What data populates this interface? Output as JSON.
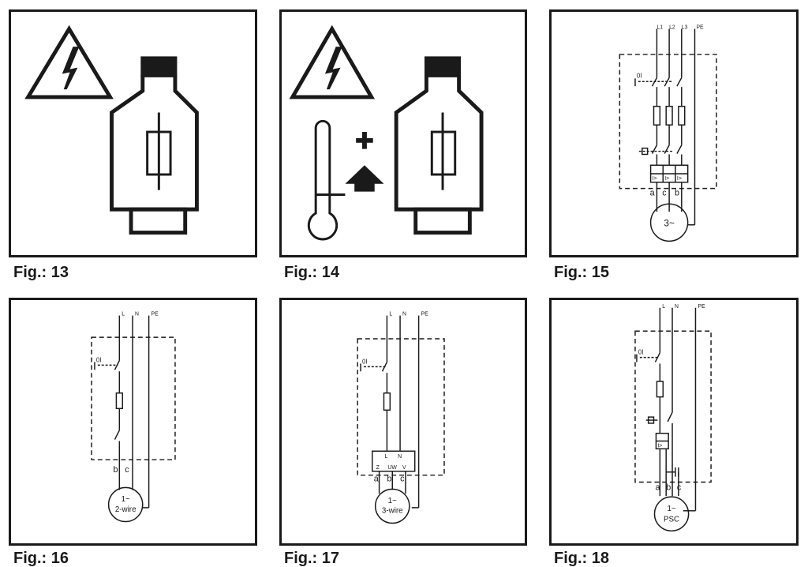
{
  "figures": [
    {
      "caption": "Fig.: 13"
    },
    {
      "caption": "Fig.: 14"
    },
    {
      "caption": "Fig.: 15",
      "line_labels": [
        "L1",
        "L2",
        "L3",
        "PE"
      ],
      "switch_label": "0I",
      "overload_labels": [
        "I>",
        "I>",
        "I>"
      ],
      "terminal_labels": [
        "a",
        "c",
        "b"
      ],
      "motor_label": "3~"
    },
    {
      "caption": "Fig.: 16",
      "line_labels": [
        "L",
        "N",
        "PE"
      ],
      "switch_label": "0I",
      "terminal_labels": [
        "b",
        "c"
      ],
      "motor_label_1": "1~",
      "motor_label_2": "2-wire"
    },
    {
      "caption": "Fig.: 17",
      "line_labels": [
        "L",
        "N",
        "PE"
      ],
      "switch_label": "0I",
      "box_top_labels": [
        "L",
        "N"
      ],
      "box_bottom_labels": [
        "Z",
        "UW",
        "V"
      ],
      "terminal_labels": [
        "a",
        "b",
        "c"
      ],
      "motor_label_1": "1~",
      "motor_label_2": "3-wire"
    },
    {
      "caption": "Fig.: 18",
      "line_labels": [
        "L",
        "N",
        "PE"
      ],
      "switch_label": "0I",
      "overload_label": "I>",
      "terminal_labels": [
        "a",
        "b",
        "c"
      ],
      "motor_label_1": "1~",
      "motor_label_2": "PSC"
    }
  ]
}
